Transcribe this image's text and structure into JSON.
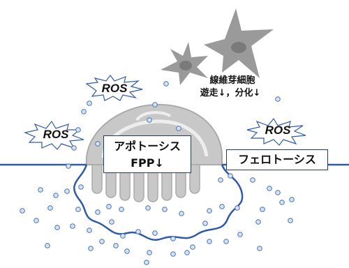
{
  "fibroblast": {
    "line1": "線維芽細胞",
    "line2": "遊走↓，分化↓"
  },
  "apoptosis": {
    "line1": "アポトーシス",
    "line2": "FPP↓"
  },
  "ferroptosis": {
    "label": "フェロトーシス"
  },
  "ros": {
    "label": "ROS"
  },
  "colors": {
    "membrane": "#2e5aa8",
    "dot_fill": "#d6e3f5",
    "dot_stroke": "#4a6fb5",
    "cell": "#c8c8c8",
    "fibroblast": "#9a9a9a"
  }
}
